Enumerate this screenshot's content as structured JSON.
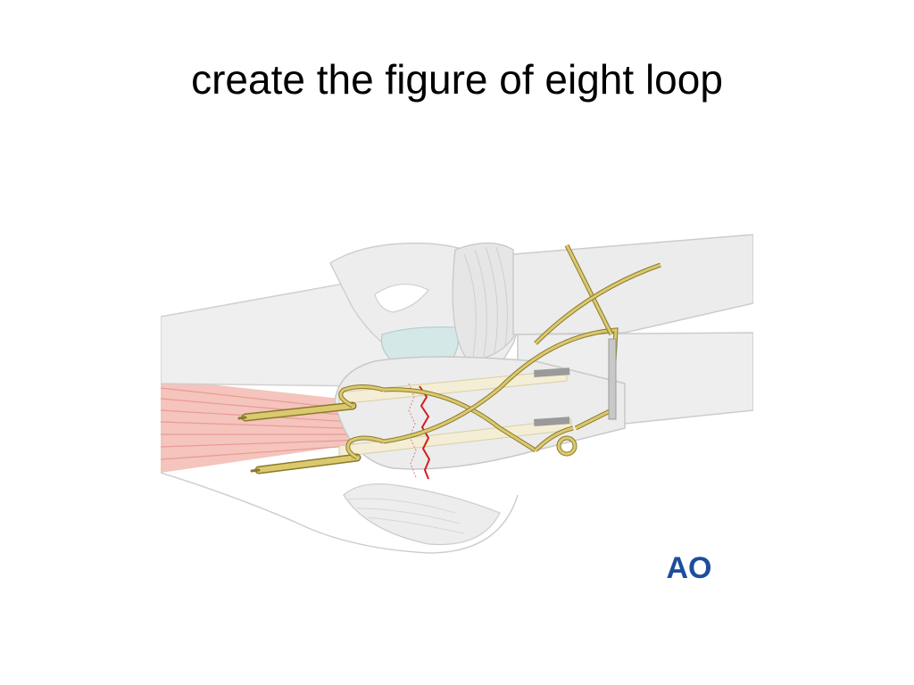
{
  "slide": {
    "title": "create the figure of eight loop"
  },
  "illustration": {
    "subject": "olecranon tension band wiring, figure-of-eight wire loop over two K-wires",
    "colors": {
      "bone_fill": "#ececec",
      "bone_edge": "#c9c9c9",
      "ligament": "#d9d9d9",
      "cartilage": "#cfe3e3",
      "muscle": "#f2b7b0",
      "wire": "#d4c26a",
      "wire_edge": "#8a7a2e",
      "kwire_track": "#f2ecd0",
      "fracture_line": "#d11f1f",
      "logo": "#1d4e9c"
    }
  },
  "logo": {
    "text": "AO"
  }
}
